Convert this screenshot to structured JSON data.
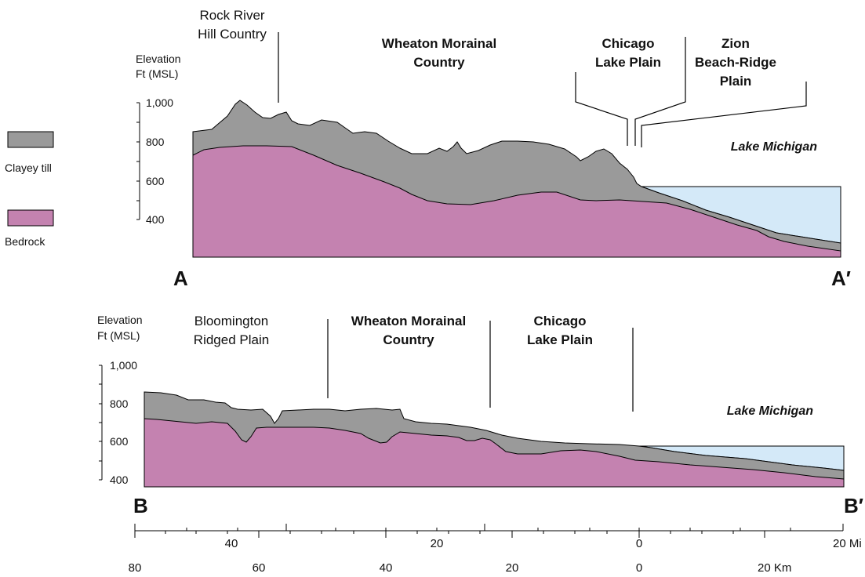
{
  "legend": {
    "items": [
      {
        "label": "Clayey till",
        "color": "#9a9a9a"
      },
      {
        "label": "Bedrock",
        "color": "#c482b0"
      }
    ]
  },
  "colors": {
    "till": "#9a9a9a",
    "bedrock": "#c482b0",
    "lake": "#d4e9f8"
  },
  "section_a": {
    "elevation_label_1": "Elevation",
    "elevation_label_2": "Ft (MSL)",
    "ticks": [
      "1,000",
      "800",
      "600",
      "400"
    ],
    "start": "A",
    "end": "A′",
    "regions": {
      "rock_river_1": "Rock River",
      "rock_river_2": "Hill Country",
      "wheaton_1": "Wheaton Morainal",
      "wheaton_2": "Country",
      "chicago_1": "Chicago",
      "chicago_2": "Lake Plain",
      "zion_1": "Zion",
      "zion_2": "Beach-Ridge",
      "zion_3": "Plain"
    },
    "lake": "Lake Michigan"
  },
  "section_b": {
    "elevation_label_1": "Elevation",
    "elevation_label_2": "Ft (MSL)",
    "ticks": [
      "1,000",
      "800",
      "600",
      "400"
    ],
    "start": "B",
    "end": "B′",
    "regions": {
      "bloomington_1": "Bloomington",
      "bloomington_2": "Ridged Plain",
      "wheaton_1": "Wheaton Morainal",
      "wheaton_2": "Country",
      "chicago_1": "Chicago",
      "chicago_2": "Lake Plain"
    },
    "lake": "Lake Michigan"
  },
  "scale": {
    "miles_labels": [
      "40",
      "20",
      "0",
      "20 Mi"
    ],
    "km_labels": [
      "80",
      "60",
      "40",
      "20",
      "0",
      "20 Km"
    ]
  }
}
